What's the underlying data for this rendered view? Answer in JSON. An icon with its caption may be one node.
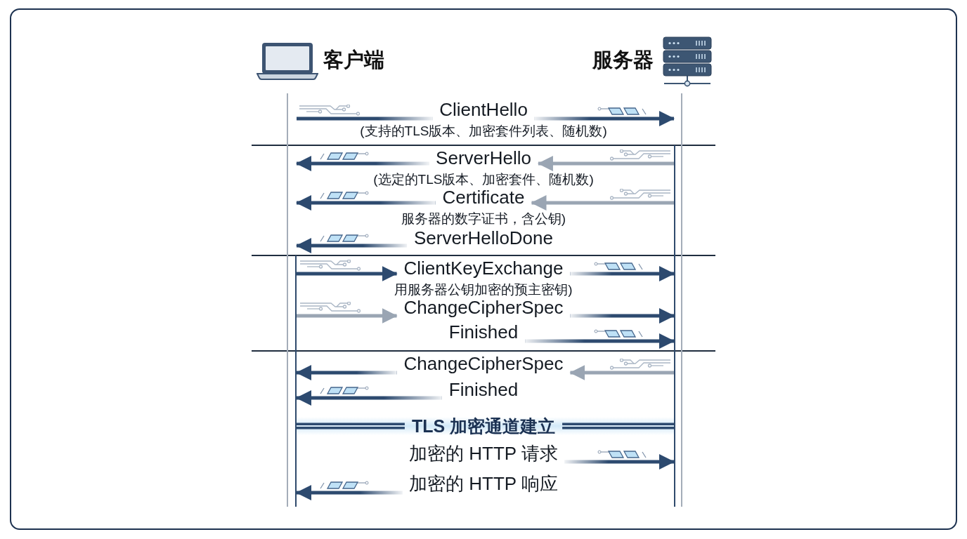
{
  "diagram": {
    "nodes": [
      {
        "text": [
          "客户端"
        ]
      },
      {
        "text": [
          "服务器"
        ]
      },
      {
        "text": [
          "ClientHello"
        ]
      },
      {
        "text": [
          "ServerHello"
        ]
      },
      {
        "text": [
          "Certificate"
        ]
      },
      {
        "text": [
          "ServerHelloDone"
        ]
      },
      {
        "text": [
          "ClientKeyExchange"
        ]
      },
      {
        "text": [
          "ChangeCipherSpec"
        ]
      },
      {
        "text": [
          "Finished"
        ]
      },
      {
        "text": [
          "ChangeCipherSpec"
        ]
      },
      {
        "text": [
          "Finished"
        ]
      },
      {
        "text": [
          "TLS 加密通道建立"
        ]
      },
      {
        "text": [
          "加密的 HTTP 请求"
        ]
      },
      {
        "text": [
          "加密的 HTTP 响应"
        ]
      }
    ],
    "edges": [
      {
        "from": 0,
        "to": 2,
        "arrow": "none"
      },
      {
        "from": 2,
        "to": 1,
        "arrow": "to"
      },
      {
        "from": 1,
        "to": 3,
        "arrow": "to",
        "color": "#9aa5b3"
      },
      {
        "from": 3,
        "to": 0,
        "arrow": "to"
      },
      {
        "from": 1,
        "to": 4,
        "arrow": "to",
        "color": "#9aa5b3"
      },
      {
        "from": 4,
        "to": 0,
        "arrow": "to"
      },
      {
        "from": 5,
        "to": 0,
        "arrow": "to"
      },
      {
        "from": 0,
        "to": 6,
        "arrow": "to"
      },
      {
        "from": 6,
        "to": 1,
        "arrow": "to"
      },
      {
        "from": 0,
        "to": 7,
        "arrow": "to",
        "color": "#9aa5b3"
      },
      {
        "from": 7,
        "to": 1,
        "arrow": "to"
      },
      {
        "from": 8,
        "to": 1,
        "arrow": "to"
      },
      {
        "from": 1,
        "to": 9,
        "arrow": "to",
        "color": "#9aa5b3"
      },
      {
        "from": 9,
        "to": 0,
        "arrow": "to"
      },
      {
        "from": 10,
        "to": 0,
        "arrow": "to"
      },
      {
        "from": 0,
        "to": 11,
        "arrow": "none",
        "style": "thick"
      },
      {
        "from": 11,
        "to": 1,
        "arrow": "none",
        "style": "thick"
      },
      {
        "from": 12,
        "to": 1,
        "arrow": "to"
      },
      {
        "from": 13,
        "to": 0,
        "arrow": "to"
      }
    ],
    "labels": [
      "(支持的TLS版本、加密套件列表、随机数)",
      "(选定的TLS版本、加密套件、随机数)",
      "服务器的数字证书，含公钥)",
      "用服务器公钥加密的预主密钥)"
    ]
  }
}
